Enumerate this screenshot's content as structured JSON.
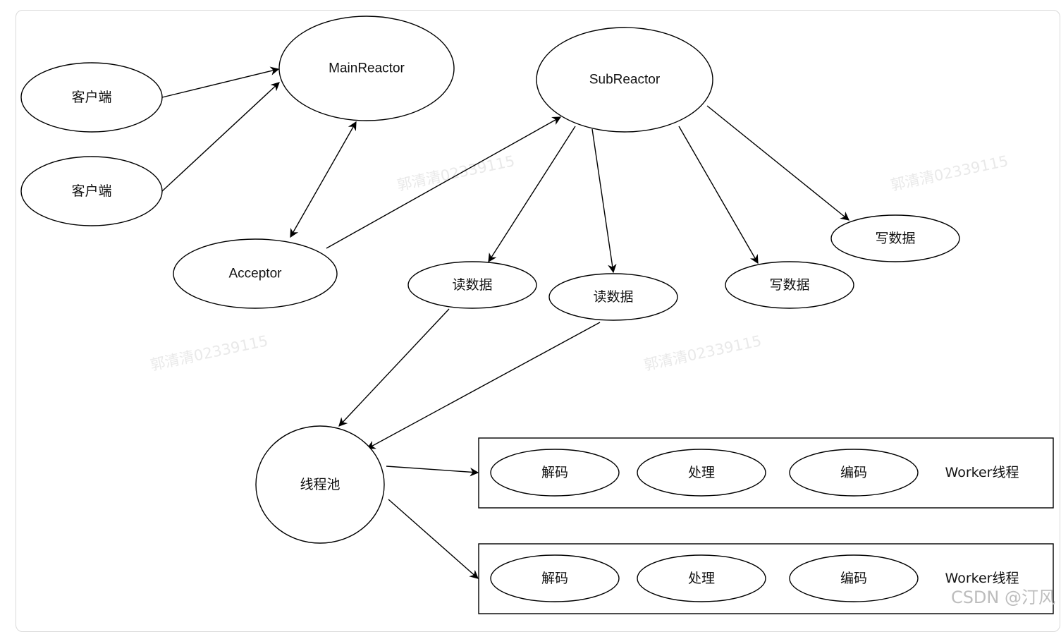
{
  "nodes": {
    "client1": "客户端",
    "client2": "客户端",
    "main_reactor": "MainReactor",
    "sub_reactor": "SubReactor",
    "acceptor": "Acceptor",
    "read1": "读数据",
    "read2": "读数据",
    "write1": "写数据",
    "write2": "写数据",
    "thread_pool": "线程池"
  },
  "workers": [
    {
      "decode": "解码",
      "process": "处理",
      "encode": "编码",
      "label": "Worker线程"
    },
    {
      "decode": "解码",
      "process": "处理",
      "encode": "编码",
      "label": "Worker线程"
    }
  ],
  "watermark": "郭清清02339115",
  "footer": "CSDN @汀风"
}
